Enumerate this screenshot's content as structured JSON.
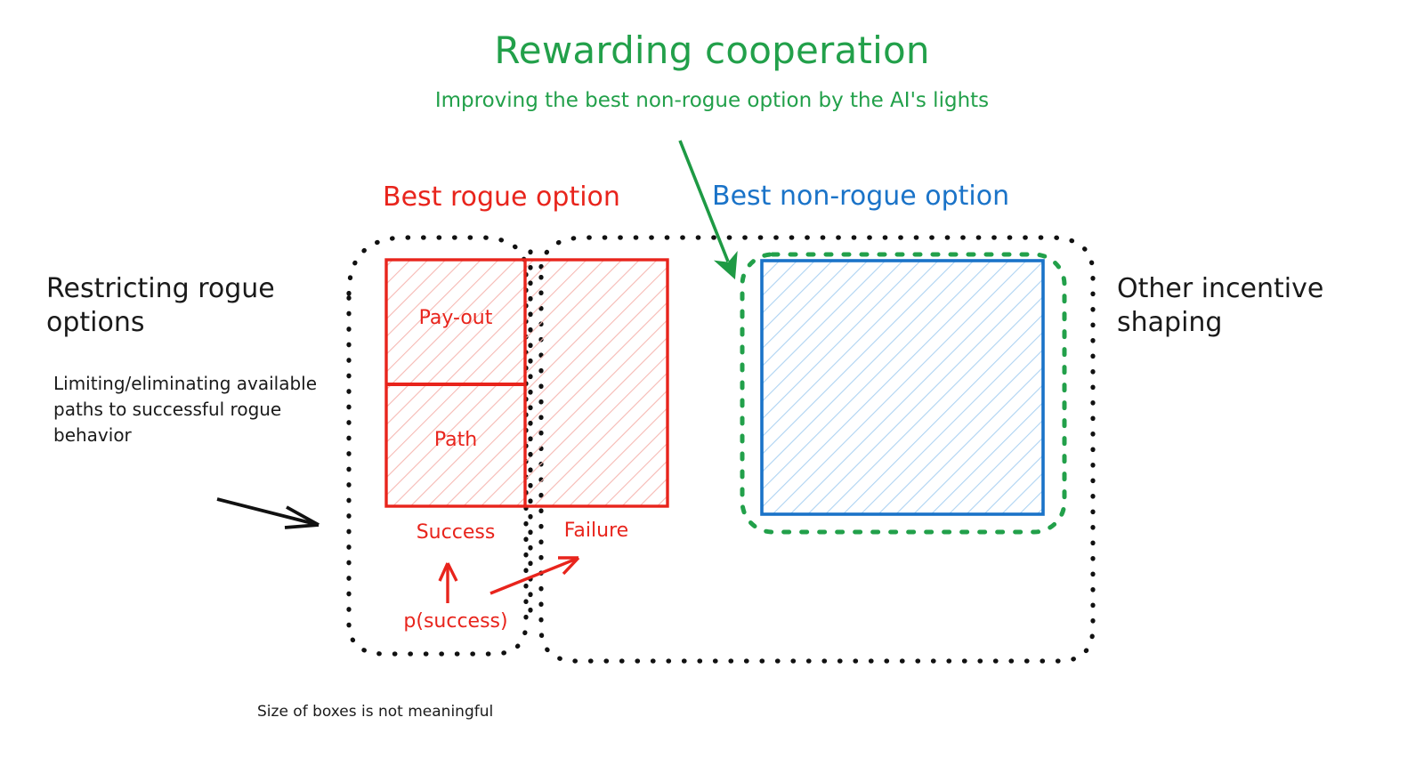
{
  "title": {
    "main": "Rewarding cooperation",
    "subtitle": "Improving the best non-rogue option by the AI's lights"
  },
  "columns": {
    "rogue_label": "Best rogue option",
    "nonrogue_label": "Best non-rogue option"
  },
  "left_annotation": {
    "heading": "Restricting rogue options",
    "detail": "Limiting/eliminating available paths to successful rogue behavior"
  },
  "right_annotation": {
    "heading": "Other incentive shaping"
  },
  "rogue_box": {
    "payout_label": "Pay-out",
    "path_label": "Path",
    "success_label": "Success",
    "failure_label": "Failure",
    "probability_label": "p(success)"
  },
  "footnote": "Size of boxes is not meaningful",
  "icons": {
    "green_arrow": "arrow-down-right-icon",
    "black_arrow": "arrow-right-icon",
    "red_arrow_success": "arrow-up-icon",
    "red_arrow_failure": "arrow-up-right-icon"
  },
  "colors": {
    "green": "#22a04a",
    "red": "#e8241c",
    "blue": "#1a73c8",
    "black": "#111111",
    "red_hatch": "#f6b9b4",
    "blue_hatch": "#aed3f2"
  }
}
